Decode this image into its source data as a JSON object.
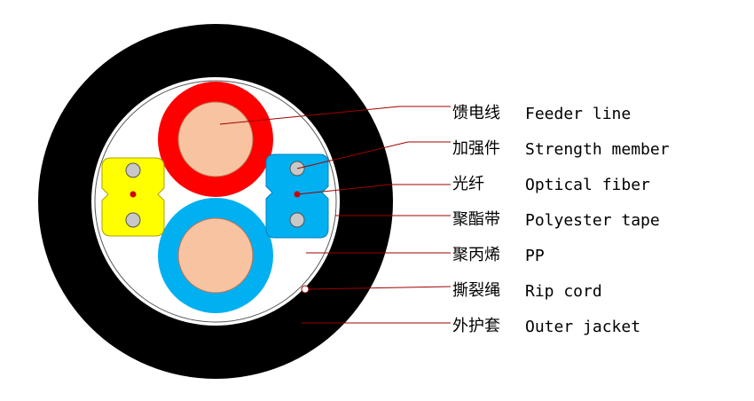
{
  "colors": {
    "outer_jacket": "#000000",
    "pp_fill": "#ffffff",
    "feeder_line": "#ff0000",
    "strength_member_unit": "#00b0f0",
    "side_unit": "#ffff00",
    "conductor": "#f8c3a0",
    "fiber_dot": "#d00000",
    "strength_dot": "#c8c8c8",
    "leader_line": "#a00000"
  },
  "labels": [
    {
      "cn": "馈电线",
      "en": "Feeder line"
    },
    {
      "cn": "加强件",
      "en": "Strength member"
    },
    {
      "cn": "光纤",
      "en": "Optical fiber"
    },
    {
      "cn": "聚酯带",
      "en": "Polyester tape"
    },
    {
      "cn": "聚丙烯",
      "en": "PP"
    },
    {
      "cn": "撕裂绳",
      "en": "Rip cord"
    },
    {
      "cn": "外护套",
      "en": "Outer jacket"
    }
  ]
}
